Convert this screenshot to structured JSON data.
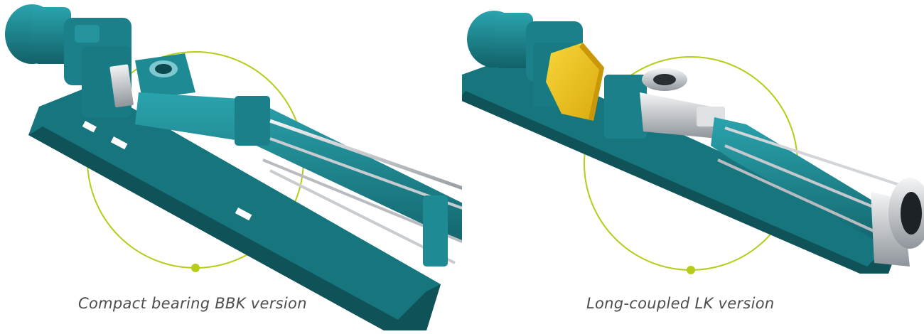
{
  "colors": {
    "accent_circle": "#b5cc18",
    "pump_body": "#1e8a93",
    "pump_shadow": "#135f66",
    "guard_yellow": "#f0c419",
    "stainless": "#c9ccd0",
    "caption_text": "#4d4d4d"
  },
  "products": [
    {
      "caption": "Compact bearing BBK version",
      "variant": "compact-bearing"
    },
    {
      "caption": "Long-coupled LK version",
      "variant": "long-coupled"
    }
  ]
}
